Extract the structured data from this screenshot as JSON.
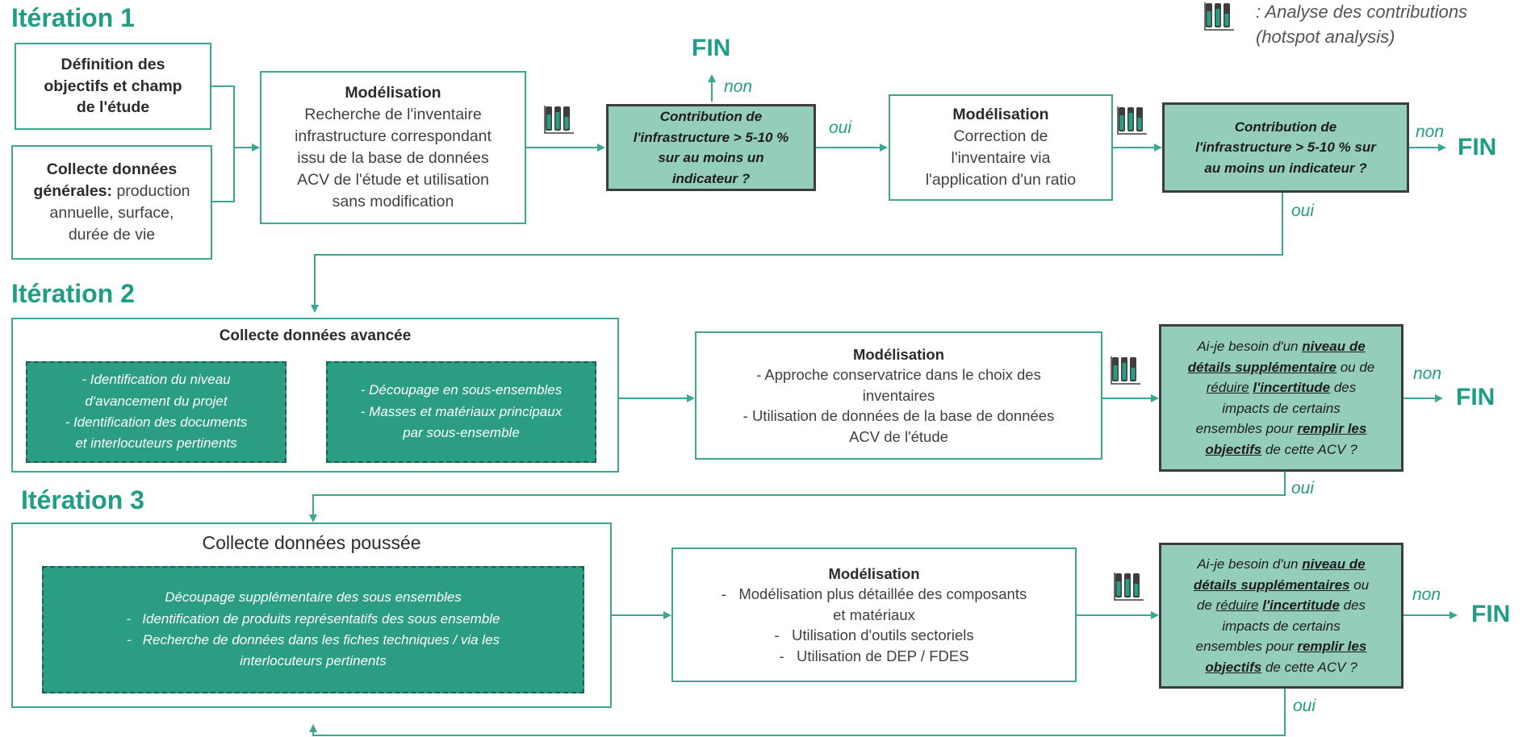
{
  "legend": {
    "text_line1": ": Analyse des contributions",
    "text_line2": "(hotspot analysis)",
    "icon": "bar-chart-icon"
  },
  "iteration1": {
    "title": "Itération 1",
    "objectives": {
      "line1": "Définition des",
      "line2": "objectifs et champ",
      "line3": "de l'étude"
    },
    "general_data": {
      "line1_bold": "Collecte données",
      "line2_bold": "générales:",
      "line2_rest": " production",
      "line3": "annuelle, surface,",
      "line4": "durée de vie"
    },
    "modeling1": {
      "title": "Modélisation",
      "line1": "Recherche de l'inventaire",
      "line2": "infrastructure correspondant",
      "line3": "issu de la base de données",
      "line4": "ACV de l'étude et utilisation",
      "line5": "sans modification"
    },
    "decision1": {
      "line1": "Contribution de",
      "line2": "l'infrastructure > 5-10 %",
      "line3": "sur au moins un",
      "line4": "indicateur ?"
    },
    "fin_top": "FIN",
    "non_top": "non",
    "oui_1": "oui",
    "modeling2": {
      "title": "Modélisation",
      "line1": "Correction de",
      "line2": "l'inventaire via",
      "line3": "l'application d'un ratio"
    },
    "decision2": {
      "line1": "Contribution de",
      "line2": "l'infrastructure > 5-10 % sur",
      "line3": "au moins un indicateur ?"
    },
    "non_2": "non",
    "fin_2": "FIN",
    "oui_2": "oui"
  },
  "iteration2": {
    "title": "Itération 2",
    "collect": {
      "title": "Collecte données avancée",
      "left": {
        "line1": "- Identification du niveau",
        "line2": "d'avancement du projet",
        "line3": "- Identification des documents",
        "line4": "et interlocuteurs pertinents"
      },
      "right": {
        "line1": "- Découpage en sous-ensembles",
        "line2": "- Masses et matériaux principaux",
        "line3": "par sous-ensemble"
      }
    },
    "modeling": {
      "title": "Modélisation",
      "line1": "- Approche conservatrice dans le choix des",
      "line2": "inventaires",
      "line3": "- Utilisation de données de la base de données",
      "line4": "ACV de l'étude"
    },
    "decision": {
      "p1": "Ai-je besoin d'un ",
      "u1": "niveau de",
      "u1b": "détails supplémentaire",
      "p2": " ou de",
      "u2": "réduire",
      "p3": " ",
      "u3": "l'incertitude",
      "p4": " des",
      "p5": "impacts de certains",
      "p6": "ensembles pour ",
      "u4": "remplir les",
      "u5": "objectifs",
      "p7": " de cette ACV ?"
    },
    "non": "non",
    "fin": "FIN",
    "oui": "oui"
  },
  "iteration3": {
    "title": "Itération 3",
    "collect": {
      "title": "Collecte données poussée",
      "line1": "Découpage supplémentaire des sous ensembles",
      "line2": "-   Identification de produits représentatifs des sous ensemble",
      "line3": "-   Recherche de données dans les fiches techniques / via les",
      "line4": "interlocuteurs pertinents"
    },
    "modeling": {
      "title": "Modélisation",
      "line1": "-   Modélisation plus détaillée des composants",
      "line2": "et matériaux",
      "line3": "-   Utilisation d'outils sectoriels",
      "line4": "-   Utilisation de DEP / FDES"
    },
    "decision": {
      "p1": "Ai-je besoin d'un ",
      "u1": "niveau de",
      "u1b": "détails supplémentaires",
      "p2": " ou",
      "p2b": "de ",
      "u2": "réduire",
      "p3": " ",
      "u3": "l'incertitude",
      "p4": " des",
      "p5": "impacts de certains",
      "p6": "ensembles pour ",
      "u4": "remplir les",
      "u5": "objectifs",
      "p7": " de cette ACV ?"
    },
    "non": "non",
    "fin": "FIN",
    "oui": "oui"
  },
  "colors": {
    "accent": "#1f9e84",
    "box_border": "#3aa891",
    "decision_fill": "#95cdbd",
    "collect_fill": "#2a9d83"
  }
}
